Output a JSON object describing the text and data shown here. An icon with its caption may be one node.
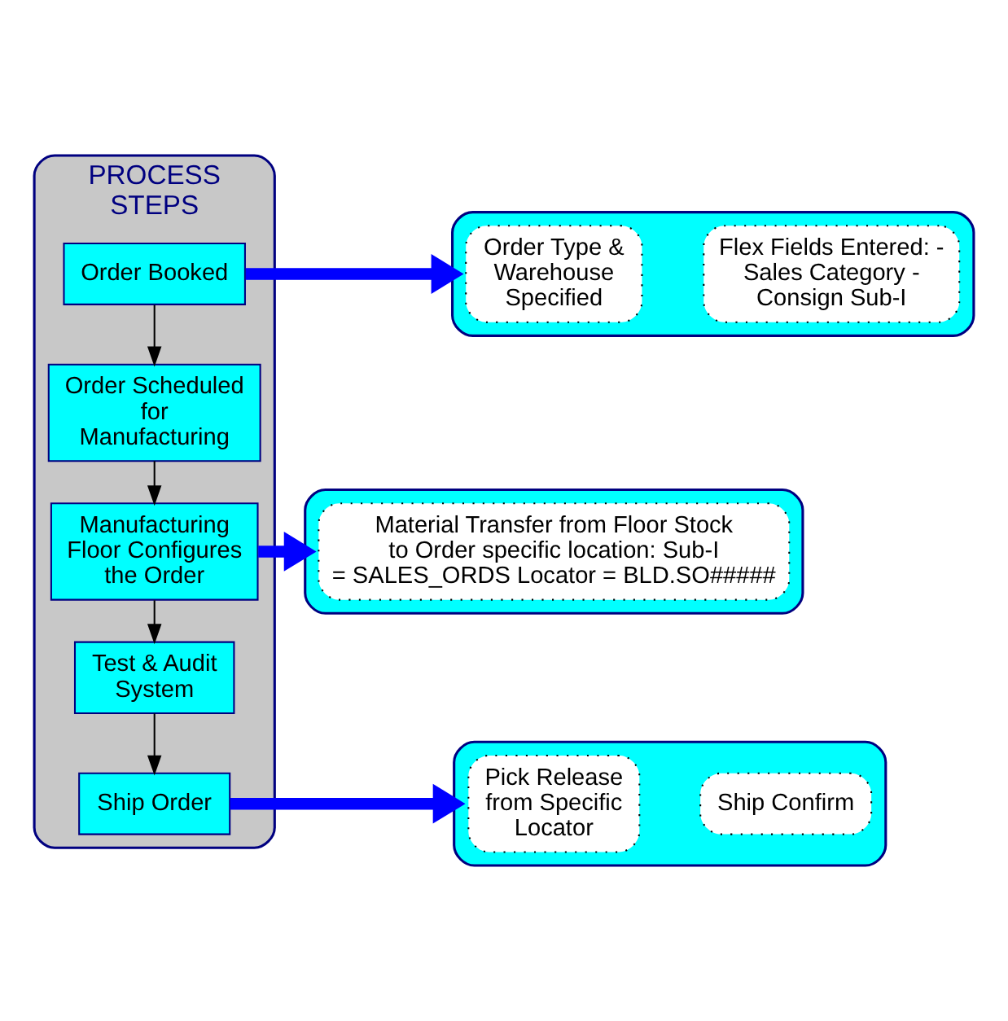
{
  "diagram": {
    "nodes": [
      {
        "text": [
          "PROCESS STEPS"
        ]
      },
      {
        "text": [
          "Order Booked"
        ],
        "in": 0
      },
      {
        "text": [
          "Order Scheduled for Manufacturing"
        ],
        "in": 0
      },
      {
        "text": [
          "Manufacturing Floor Configures the Order"
        ],
        "in": 0
      },
      {
        "text": [
          "Test & Audit System"
        ],
        "in": 0
      },
      {
        "text": [
          "Ship Order"
        ],
        "in": 0
      },
      {
        "text": [],
        "shape": "box"
      },
      {
        "text": [
          "Order Type & Warehouse Specified"
        ],
        "in": 6
      },
      {
        "text": [
          "Flex Fields Entered: - Sales Category - Consign Sub-I"
        ],
        "in": 6
      },
      {
        "text": [],
        "shape": "box"
      },
      {
        "text": [
          "Material Transfer from Floor Stock to Order specific location: Sub-I = SALES_ORDS Locator = BLD.SO#####"
        ],
        "in": 9
      },
      {
        "text": [],
        "shape": "box"
      },
      {
        "text": [
          "Pick Release from Specific Locator"
        ],
        "in": 11
      },
      {
        "text": [
          "Ship Confirm"
        ],
        "in": 11
      }
    ],
    "edges": [
      {
        "from": 1,
        "to": 2,
        "arrow": "to"
      },
      {
        "from": 2,
        "to": 3,
        "arrow": "to"
      },
      {
        "from": 3,
        "to": 4,
        "arrow": "to"
      },
      {
        "from": 4,
        "to": 5,
        "arrow": "to"
      },
      {
        "from": 1,
        "to": 6,
        "arrow": "to",
        "style": "thick",
        "color": "#0000ff"
      },
      {
        "from": 3,
        "to": 9,
        "arrow": "to",
        "style": "thick",
        "color": "#0000ff"
      },
      {
        "from": 5,
        "to": 11,
        "arrow": "to",
        "style": "thick",
        "color": "#0000ff"
      }
    ]
  }
}
